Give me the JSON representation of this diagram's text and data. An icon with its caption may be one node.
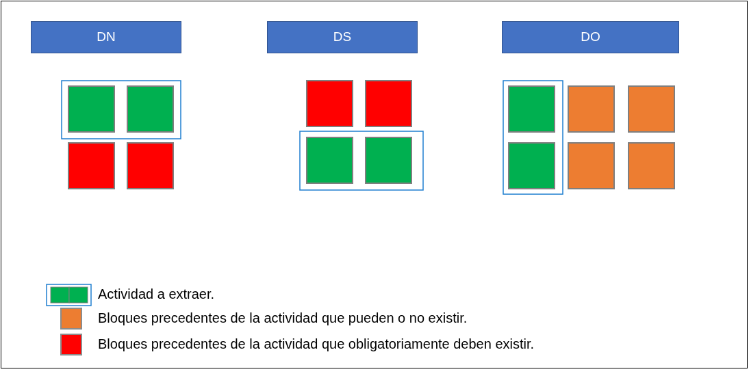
{
  "diagram": {
    "nodes": [
      {
        "text": [
          "DN"
        ]
      },
      {
        "text": [
          "DS"
        ]
      },
      {
        "text": [
          "DO"
        ]
      }
    ],
    "legend": [
      {
        "text": "Actividad a extraer."
      },
      {
        "text": "Bloques precedentes de la actividad que pueden o no existir.",
        "color": "#ed7d31"
      },
      {
        "text": "Bloques precedentes de la actividad que obligatoriamente deben existir.",
        "color": "#ff0000"
      }
    ]
  }
}
